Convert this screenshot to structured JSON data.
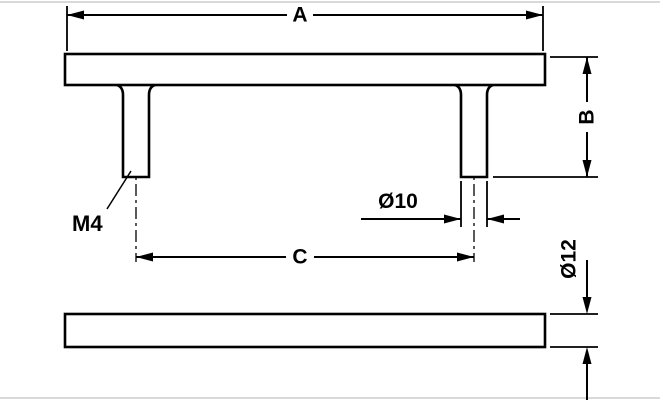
{
  "diagram": {
    "labels": {
      "overall_length": "A",
      "height": "B",
      "hole_spacing": "C",
      "thread": "M4",
      "post_diameter": "Ø10",
      "bar_diameter": "Ø12"
    },
    "colors": {
      "line": "#000000",
      "background": "#ffffff",
      "frame_rule": "#d9d9d9"
    }
  }
}
